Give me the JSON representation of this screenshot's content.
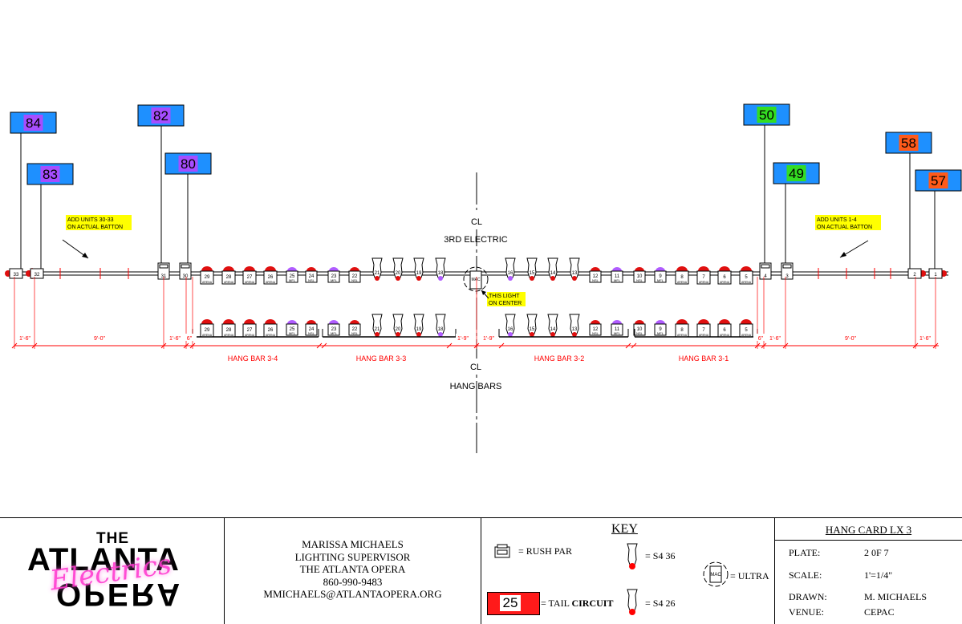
{
  "colors": {
    "circuit_box_fill": "#1e90ff",
    "purple": "#a64dff",
    "green": "#33dd22",
    "orange": "#ff5a1a",
    "note_highlight": "#ffff00",
    "dim_red": "#ff0000",
    "tail_circuit_fill": "#ff1a1a",
    "logo_pink": "#ff3ad0"
  },
  "diagram": {
    "cl_top": "CL",
    "electric_label": "3RD ELECTRIC",
    "cl_bottom": "CL",
    "hang_bars_label": "HANG BARS",
    "note_left": [
      "ADD UNITS 30-33",
      "ON ACTUAL BATTON"
    ],
    "note_right": [
      "ADD UNITS 1-4",
      "ON ACTUAL BATTON"
    ],
    "note_center": [
      "THIS LIGHT",
      "ON CENTER"
    ],
    "circuit_boxes": [
      {
        "label": "84",
        "color": "purple"
      },
      {
        "label": "83",
        "color": "purple"
      },
      {
        "label": "82",
        "color": "purple"
      },
      {
        "label": "80",
        "color": "purple"
      },
      {
        "label": "50",
        "color": "green"
      },
      {
        "label": "49",
        "color": "green"
      },
      {
        "label": "58",
        "color": "orange"
      },
      {
        "label": "57",
        "color": "orange"
      }
    ],
    "hang_bars": [
      "HANG BAR 3-4",
      "HANG BAR 3-3",
      "HANG BAR 3-2",
      "HANG BAR 3-1"
    ],
    "dimensions": [
      "1'-6\"",
      "9'-0\"",
      "1'-6\"",
      "6\"",
      "1'-9\"",
      "1'-9\"",
      "6\"",
      "1'-6\"",
      "9'-0\"",
      "1'-6\""
    ],
    "batten_units_left": [
      "33",
      "32"
    ],
    "batten_units_rush": [
      "31",
      "30",
      "4",
      "3"
    ],
    "batten_units_right": [
      "2",
      "1"
    ],
    "upper_units": {
      "arena_left": [
        "29",
        "28",
        "27",
        "26"
      ],
      "mfl_left": [
        "25"
      ],
      "nsl_left": [
        "24"
      ],
      "mfl_left2": [
        "23"
      ],
      "nsl_left2": [
        "22"
      ],
      "s4_left": [
        "21",
        "20",
        "19",
        "18"
      ],
      "s4_right": [
        "16",
        "15",
        "14",
        "13"
      ],
      "nsl_right": [
        "12"
      ],
      "mfl_right": [
        "11"
      ],
      "nsl_right2": [
        "10"
      ],
      "mfl_right2": [
        "9"
      ],
      "arena_right": [
        "8",
        "7",
        "6",
        "5"
      ],
      "mac": "MAC"
    },
    "lower_units": {
      "arena_left": [
        "29",
        "28",
        "27",
        "26"
      ],
      "mfl_left": [
        "25"
      ],
      "nsl_left": [
        "24"
      ],
      "mfl_left2": [
        "23"
      ],
      "nsl_left2": [
        "22"
      ],
      "s4_left": [
        "21",
        "20",
        "19",
        "18"
      ],
      "s4_right": [
        "16",
        "15",
        "14",
        "13"
      ],
      "nsl_right": [
        "12"
      ],
      "mfl_right": [
        "11"
      ],
      "nsl_right2": [
        "10"
      ],
      "mfl_right2": [
        "9"
      ],
      "arena_right": [
        "8",
        "7",
        "6",
        "5"
      ]
    },
    "tag_arena": "ARENA",
    "tag_mfl": "MFL",
    "tag_nsl": "NSL"
  },
  "titleblock": {
    "logo": {
      "the": "THE",
      "atlanta": "ATLANTA",
      "opera": "OPERA",
      "script": "Electrics"
    },
    "contact": [
      "MARISSA  MICHAELS",
      "LIGHTING  SUPERVISOR",
      "THE  ATLANTA  OPERA",
      "860-990-9483",
      "MMICHAELS@ATLANTAOPERA.ORG"
    ],
    "key": {
      "title": "KEY",
      "rush_par": "= RUSH PAR",
      "s4_36": "= S4  36",
      "ultra": "= ULTRA",
      "mac": "MAC",
      "tail_number": "25",
      "tail_pre": "= TAIL ",
      "tail_bold": "CIRCUIT",
      "s4_26": "= S4  26"
    },
    "card": {
      "title": "HANG  CARD  LX  3",
      "rows": [
        {
          "label": "PLATE:",
          "value": "2  0F  7"
        },
        {
          "label": "SCALE:",
          "value": "1'=1/4\""
        },
        {
          "label": "DRAWN:",
          "value": "M.  MICHAELS"
        },
        {
          "label": "VENUE:",
          "value": "CEPAC"
        }
      ]
    }
  }
}
